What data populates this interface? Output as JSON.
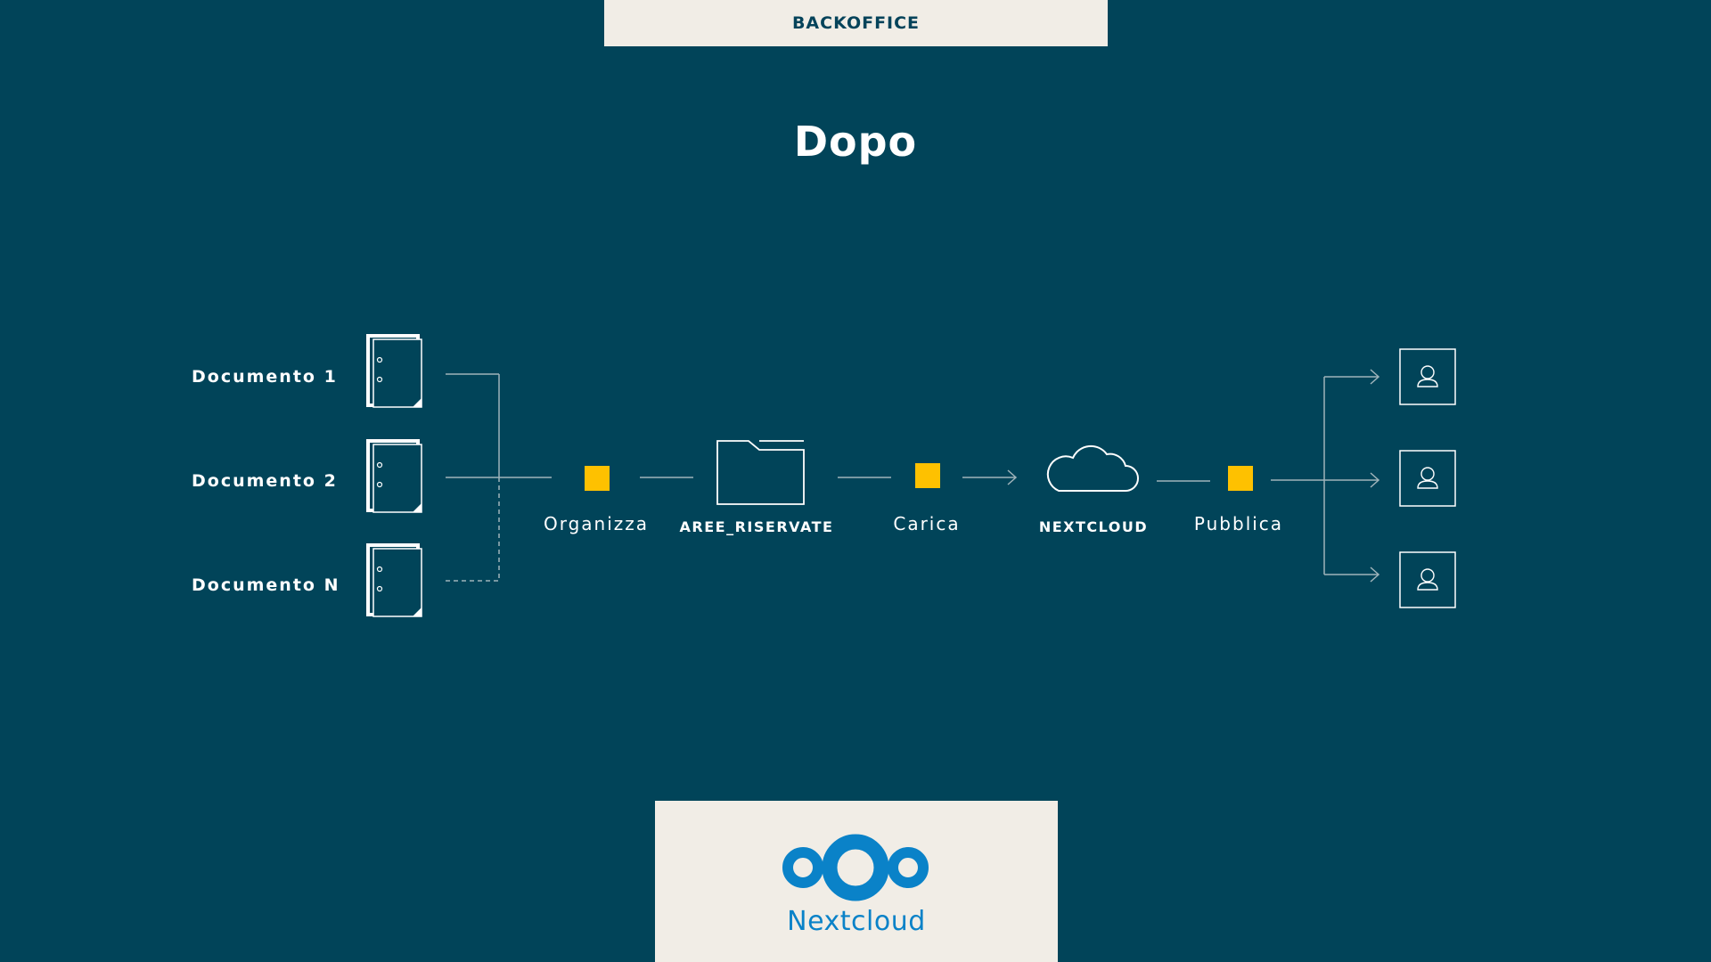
{
  "header": {
    "label": "BACKOFFICE"
  },
  "title": "Dopo",
  "documents": [
    {
      "label": "Documento 1"
    },
    {
      "label": "Documento 2"
    },
    {
      "label": "Documento N"
    }
  ],
  "steps": {
    "organize": "Organizza",
    "folder": "AREE_RISERVATE",
    "upload": "Carica",
    "cloud": "NEXTCLOUD",
    "publish": "Pubblica"
  },
  "logo": {
    "text": "Nextcloud"
  },
  "colors": {
    "background": "#014459",
    "panel": "#f1ede6",
    "accent": "#fec100",
    "line": "#9fb3ba",
    "brand": "#0a82c8"
  },
  "icons": [
    "document-icon",
    "folder-icon",
    "cloud-icon",
    "user-icon",
    "nextcloud-logo-icon"
  ]
}
